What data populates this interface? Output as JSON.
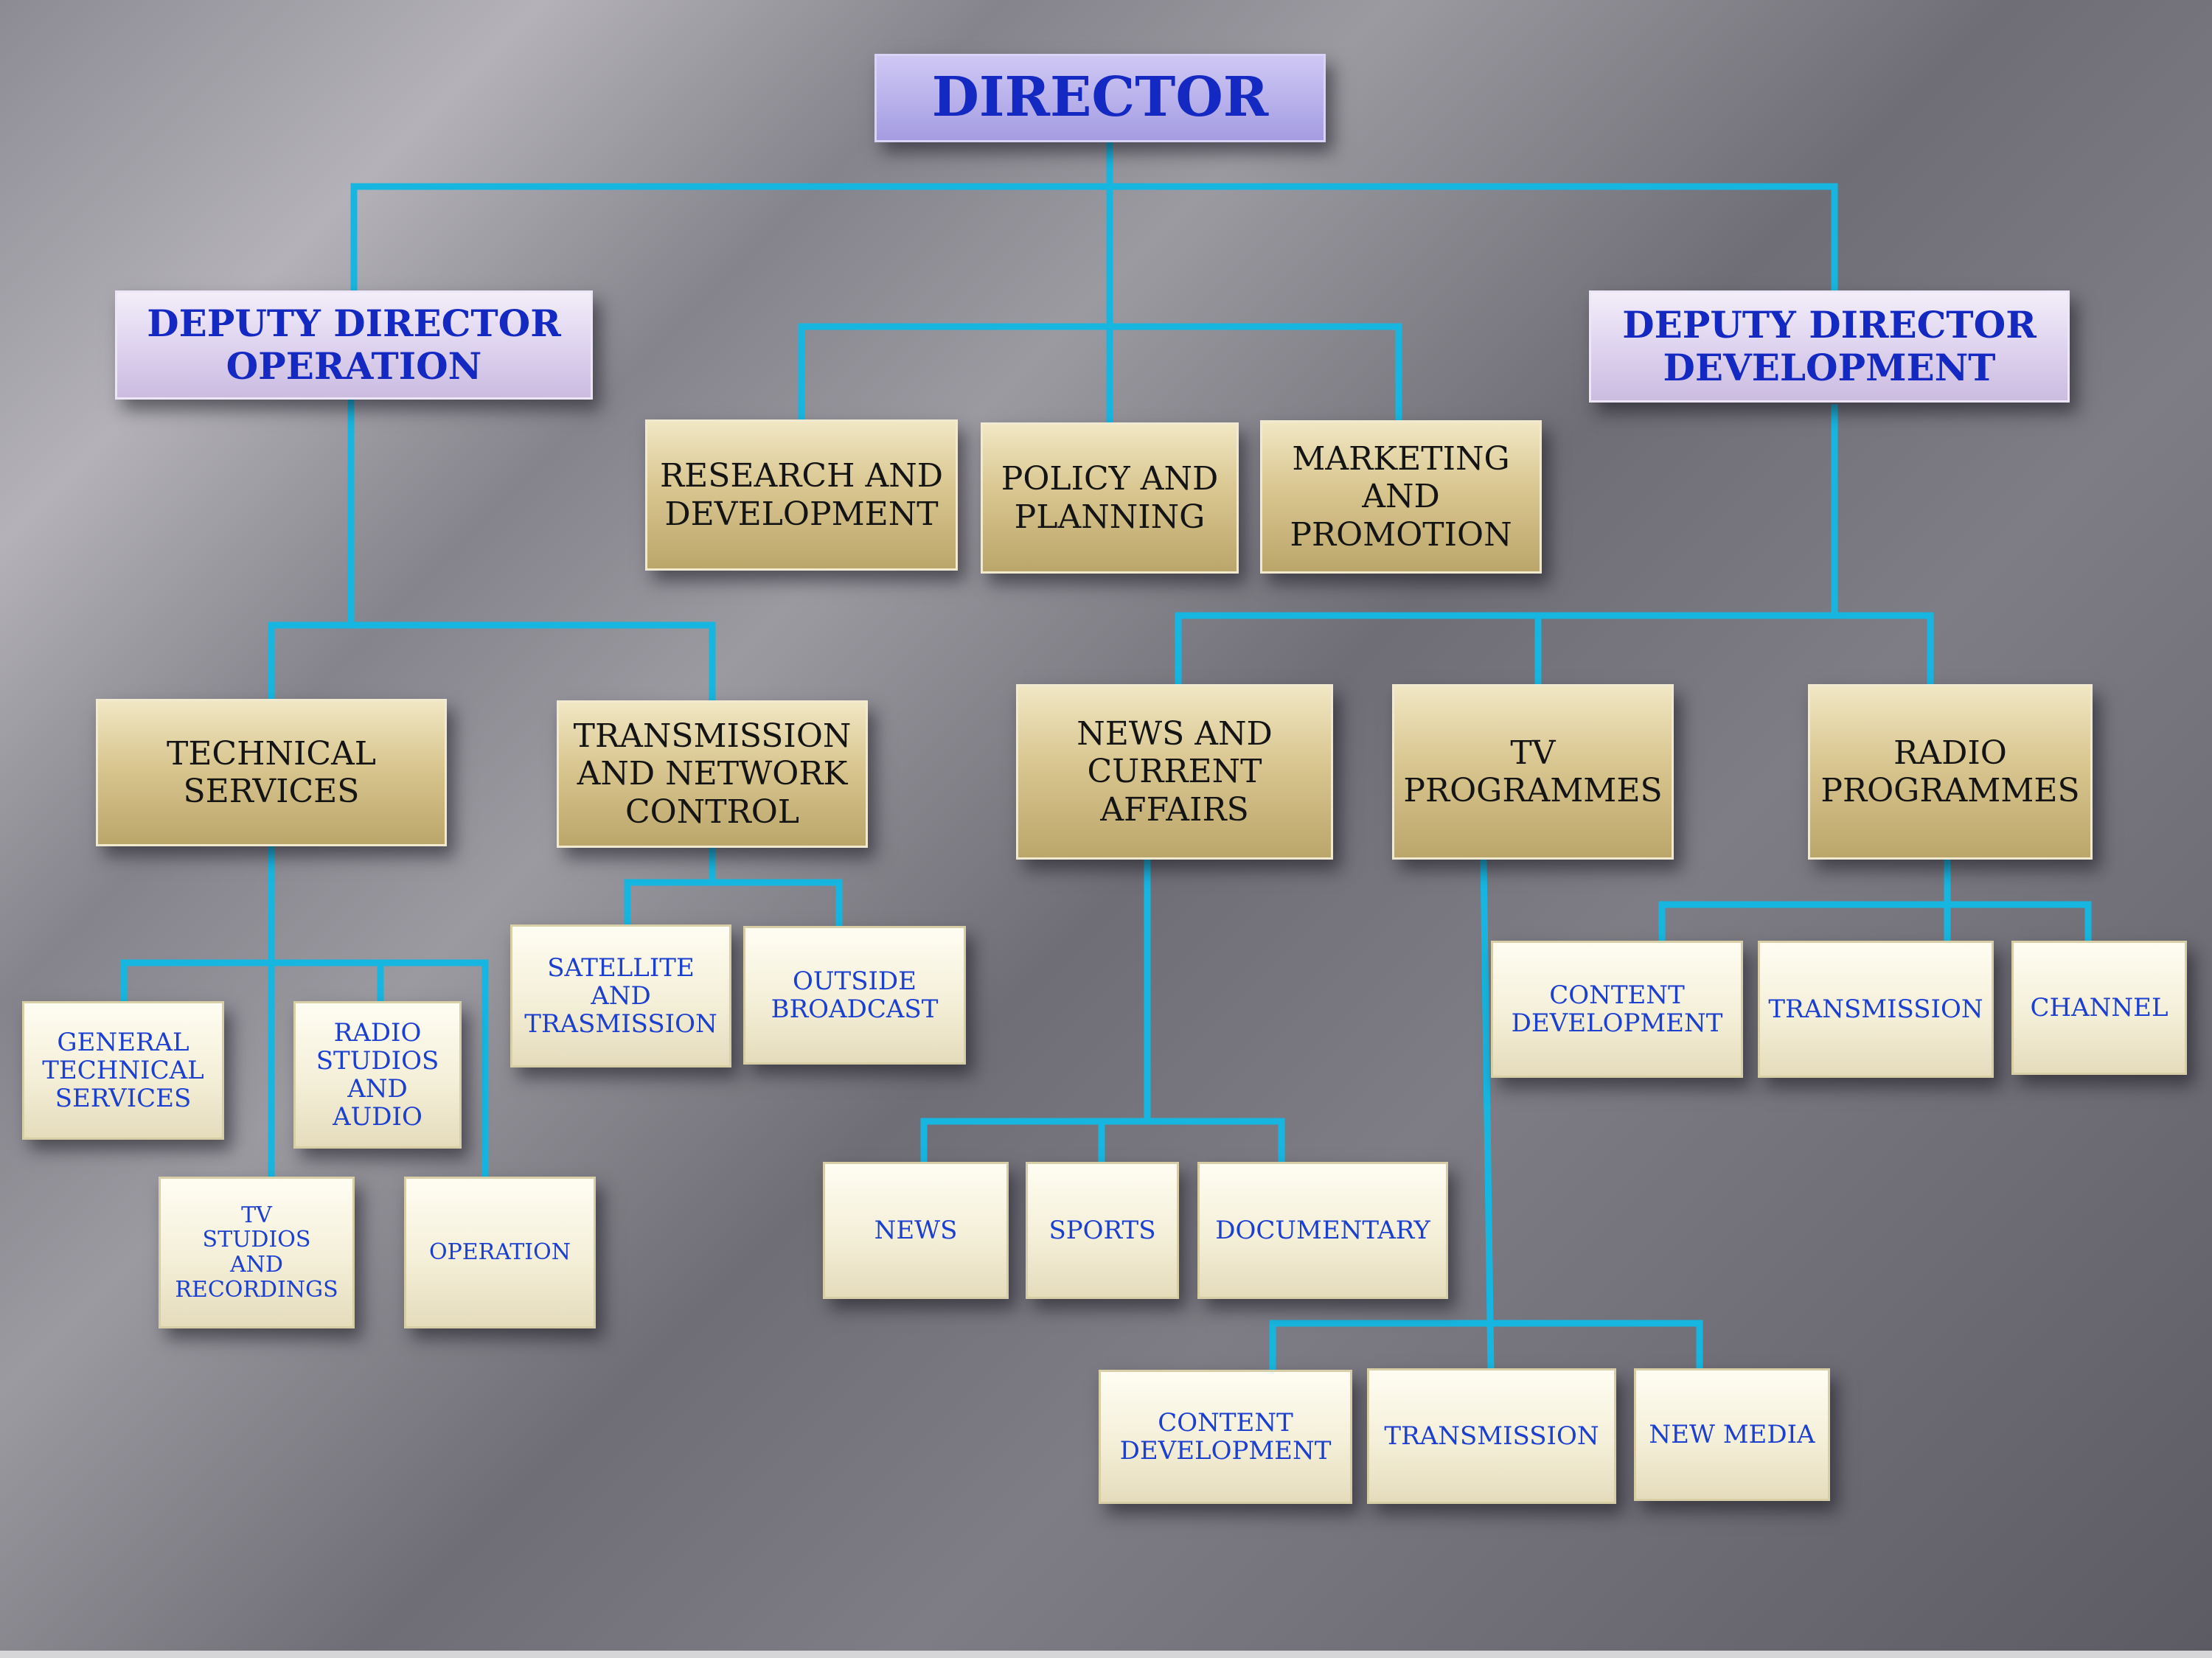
{
  "diagram": {
    "type": "org-chart",
    "connector_color": "#17b6e0",
    "nodes": {
      "director": {
        "label": "DIRECTOR"
      },
      "deputy_operation": {
        "label": "DEPUTY DIRECTOR\nOPERATION"
      },
      "deputy_development": {
        "label": "DEPUTY DIRECTOR\nDEVELOPMENT"
      },
      "research_development": {
        "label": "RESEARCH AND\nDEVELOPMENT"
      },
      "policy_planning": {
        "label": "POLICY AND\nPLANNING"
      },
      "marketing_promotion": {
        "label": "MARKETING\nAND\nPROMOTION"
      },
      "technical_services": {
        "label": "TECHNICAL\nSERVICES"
      },
      "transmission_network": {
        "label": "TRANSMISSION\nAND NETWORK\nCONTROL"
      },
      "news_current_affairs": {
        "label": "NEWS AND\nCURRENT\nAFFAIRS"
      },
      "tv_programmes": {
        "label": "TV\nPROGRAMMES"
      },
      "radio_programmes": {
        "label": "RADIO\nPROGRAMMES"
      },
      "general_technical": {
        "label": "GENERAL\nTECHNICAL\nSERVICES"
      },
      "radio_studios": {
        "label": "RADIO\nSTUDIOS\nAND\nAUDIO"
      },
      "tv_studios": {
        "label": "TV\nSTUDIOS\nAND\nRECORDINGS"
      },
      "operation": {
        "label": "OPERATION"
      },
      "satellite": {
        "label": "SATELLITE\nAND\nTRASMISSION"
      },
      "outside_broadcast": {
        "label": "OUTSIDE\nBROADCAST"
      },
      "news": {
        "label": "NEWS"
      },
      "sports": {
        "label": "SPORTS"
      },
      "documentary": {
        "label": "DOCUMENTARY"
      },
      "tv_content_development": {
        "label": "CONTENT\nDEVELOPMENT"
      },
      "tv_transmission": {
        "label": "TRANSMISSION"
      },
      "new_media": {
        "label": "NEW MEDIA"
      },
      "radio_content_development": {
        "label": "CONTENT\nDEVELOPMENT"
      },
      "radio_transmission": {
        "label": "TRANSMISSION"
      },
      "channel": {
        "label": "CHANNEL"
      }
    },
    "edges": [
      [
        "director",
        "deputy_operation"
      ],
      [
        "director",
        "deputy_development"
      ],
      [
        "director",
        "research_development"
      ],
      [
        "director",
        "policy_planning"
      ],
      [
        "director",
        "marketing_promotion"
      ],
      [
        "deputy_operation",
        "technical_services"
      ],
      [
        "deputy_operation",
        "transmission_network"
      ],
      [
        "technical_services",
        "general_technical"
      ],
      [
        "technical_services",
        "radio_studios"
      ],
      [
        "technical_services",
        "tv_studios"
      ],
      [
        "technical_services",
        "operation"
      ],
      [
        "transmission_network",
        "satellite"
      ],
      [
        "transmission_network",
        "outside_broadcast"
      ],
      [
        "deputy_development",
        "news_current_affairs"
      ],
      [
        "deputy_development",
        "tv_programmes"
      ],
      [
        "deputy_development",
        "radio_programmes"
      ],
      [
        "news_current_affairs",
        "news"
      ],
      [
        "news_current_affairs",
        "sports"
      ],
      [
        "news_current_affairs",
        "documentary"
      ],
      [
        "tv_programmes",
        "tv_content_development"
      ],
      [
        "tv_programmes",
        "tv_transmission"
      ],
      [
        "tv_programmes",
        "new_media"
      ],
      [
        "radio_programmes",
        "radio_content_development"
      ],
      [
        "radio_programmes",
        "radio_transmission"
      ],
      [
        "radio_programmes",
        "channel"
      ]
    ]
  }
}
